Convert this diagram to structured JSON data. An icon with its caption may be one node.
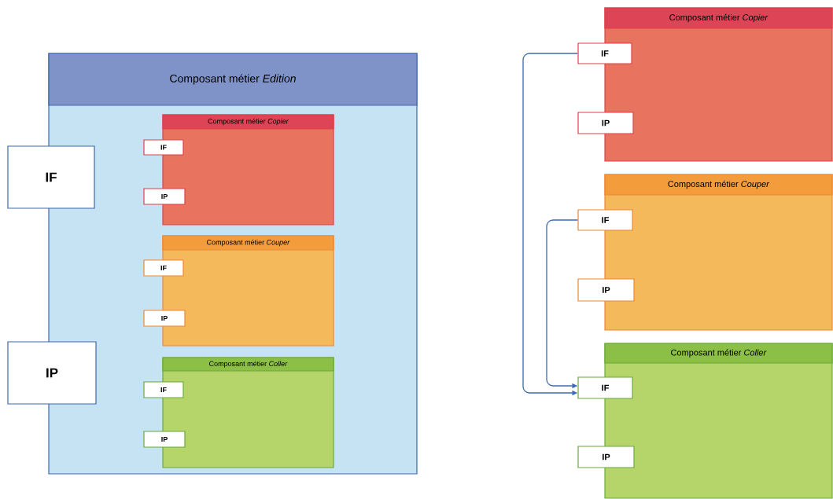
{
  "diagram": {
    "nodes": [
      {
        "text": [
          "Composant métier *Edition*"
        ]
      },
      {
        "text": [
          "IF"
        ]
      },
      {
        "text": [
          "IP"
        ]
      },
      {
        "text": [
          "Composant métier *Copier*"
        ],
        "in": 0
      },
      {
        "text": [
          "IF"
        ],
        "in": 0
      },
      {
        "text": [
          "IP"
        ],
        "in": 0
      },
      {
        "text": [
          "Composant métier *Couper*"
        ],
        "in": 0
      },
      {
        "text": [
          "IF"
        ],
        "in": 0
      },
      {
        "text": [
          "IP"
        ],
        "in": 0
      },
      {
        "text": [
          "Composant métier *Coller*"
        ],
        "in": 0
      },
      {
        "text": [
          "IF"
        ],
        "in": 0
      },
      {
        "text": [
          "IP"
        ],
        "in": 0
      },
      {
        "text": [
          "Composant métier *Copier*"
        ]
      },
      {
        "text": [
          "IF"
        ]
      },
      {
        "text": [
          "IP"
        ]
      },
      {
        "text": [
          "Composant métier *Couper*"
        ]
      },
      {
        "text": [
          "IF"
        ]
      },
      {
        "text": [
          "IP"
        ]
      },
      {
        "text": [
          "Composant métier *Coller*"
        ]
      },
      {
        "text": [
          "IF"
        ]
      },
      {
        "text": [
          "IP"
        ]
      }
    ],
    "edges": [
      {
        "from": 13,
        "to": 19,
        "arrow": "to"
      },
      {
        "from": 16,
        "to": 19,
        "arrow": "to"
      }
    ]
  }
}
